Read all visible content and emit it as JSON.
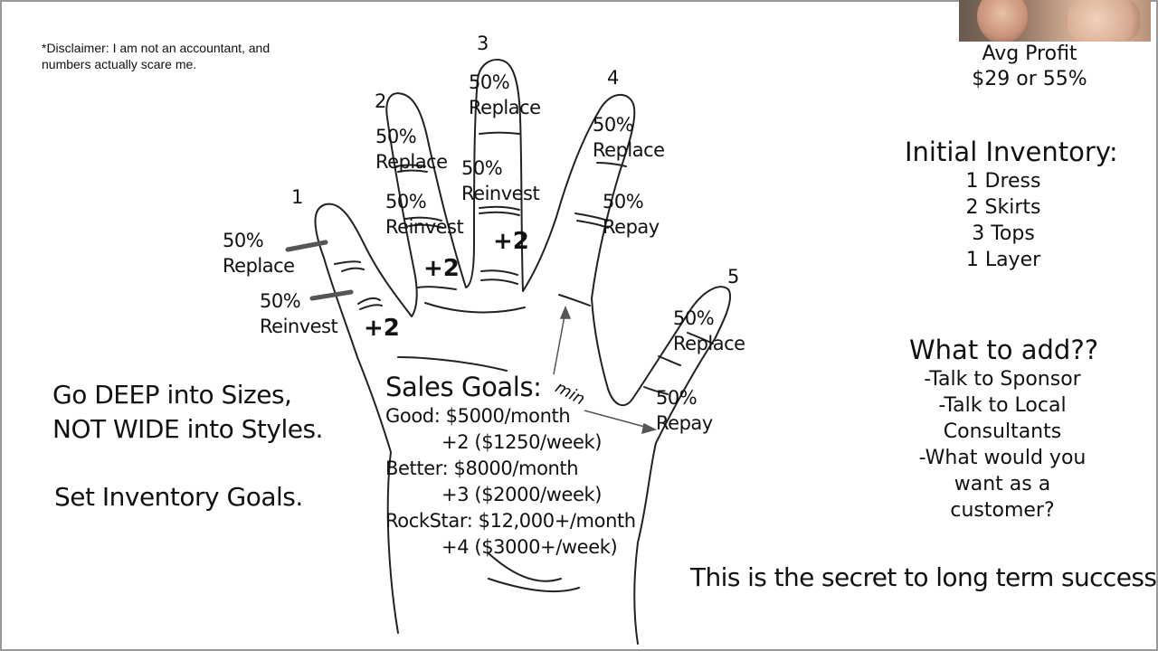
{
  "disclaimer": {
    "line1": "*Disclaimer: I am not an accountant, and",
    "line2": "numbers actually scare me."
  },
  "fingers": {
    "f1": {
      "number": "1",
      "a_pct": "50%",
      "a_label": "Replace",
      "b_pct": "50%",
      "b_label": "Reinvest",
      "plus": "+2"
    },
    "f2": {
      "number": "2",
      "a_pct": "50%",
      "a_label": "Replace",
      "b_pct": "50%",
      "b_label": "Reinvest",
      "plus": "+2"
    },
    "f3": {
      "number": "3",
      "a_pct": "50%",
      "a_label": "Replace",
      "b_pct": "50%",
      "b_label": "Reinvest",
      "plus": "+2"
    },
    "f4": {
      "number": "4",
      "a_pct": "50%",
      "a_label": "Replace",
      "b_pct": "50%",
      "b_label": "Repay"
    },
    "f5": {
      "number": "5",
      "a_pct": "50%",
      "a_label": "Replace",
      "b_pct": "50%",
      "b_label": "Repay"
    },
    "min_label": "min"
  },
  "left_notes": {
    "line1": "Go DEEP into Sizes,",
    "line2": "NOT WIDE into Styles.",
    "line3": "Set Inventory Goals."
  },
  "sales_goals": {
    "title": "Sales Goals:",
    "good": "Good:  $5000/month",
    "good_sub": "+2 ($1250/week)",
    "better": "Better: $8000/month",
    "better_sub": "+3 ($2000/week)",
    "rockstar": "RockStar: $12,000+/month",
    "rockstar_sub": "+4 ($3000+/week)"
  },
  "avg_profit": {
    "label": "Avg Profit",
    "value": "$29 or 55%"
  },
  "initial_inventory": {
    "title": "Initial Inventory:",
    "items": [
      "1 Dress",
      "2 Skirts",
      "3 Tops",
      "1 Layer"
    ]
  },
  "what_to_add": {
    "title": "What to add??",
    "lines": [
      "-Talk to Sponsor",
      "-Talk to Local",
      "Consultants",
      "-What would you",
      "want as a",
      "customer?"
    ]
  },
  "footer": "This is the secret to long term success.",
  "webcam": {
    "icon": "webcam-presenter-thumbnail"
  },
  "colors": {
    "ink": "#111111",
    "outline": "#222222",
    "marker": "#555555",
    "frame": "#9a9a9a"
  }
}
